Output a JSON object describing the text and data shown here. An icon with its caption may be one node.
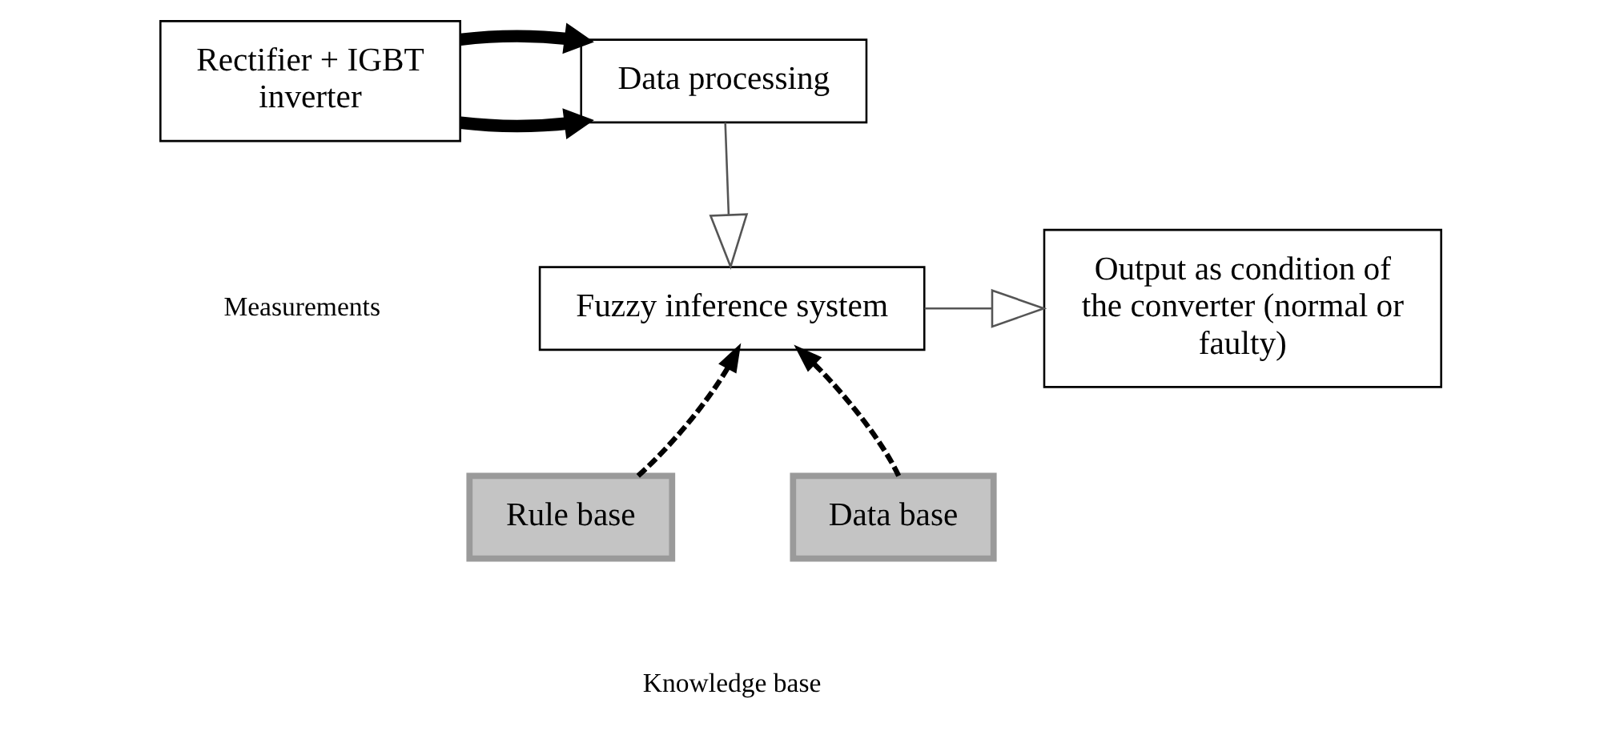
{
  "diagram": {
    "nodes": [
      {
        "text": [
          "Rectifier + IGBT inverter"
        ]
      },
      {
        "text": [
          "Data processing"
        ]
      },
      {
        "text": [
          "Fuzzy inference system"
        ]
      },
      {
        "text": [
          "Output as condition of the converter (normal or faulty)"
        ]
      },
      {
        "text": [
          "Rule base"
        ]
      },
      {
        "text": [
          "Data base"
        ]
      }
    ],
    "edges": [
      {
        "from": 0,
        "to": 1,
        "arrow": "to",
        "style": "thick"
      },
      {
        "from": 0,
        "to": 1,
        "arrow": "to",
        "style": "thick"
      },
      {
        "from": 1,
        "to": 2,
        "arrow": "to"
      },
      {
        "from": 2,
        "to": 3,
        "arrow": "to"
      },
      {
        "from": 4,
        "to": 2,
        "arrow": "to",
        "style": "dashed"
      },
      {
        "from": 5,
        "to": 2,
        "arrow": "to",
        "style": "dashed"
      }
    ],
    "labels": [
      "Measurements",
      "Knowledge base"
    ]
  }
}
